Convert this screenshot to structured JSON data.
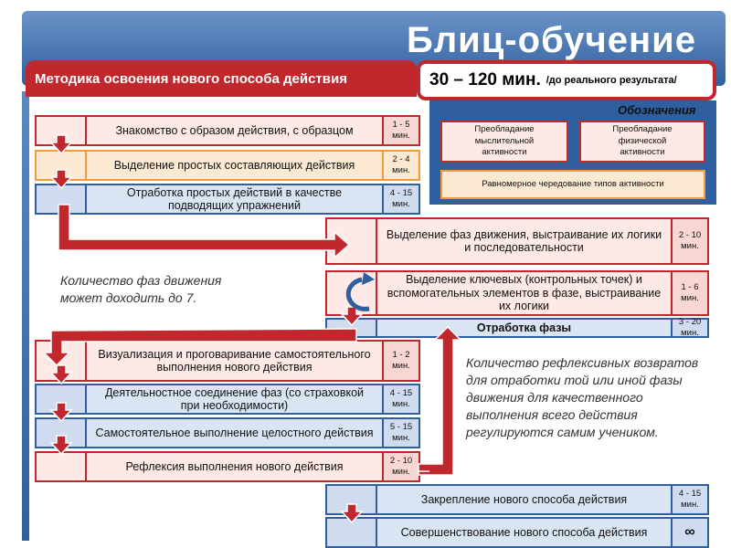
{
  "header": {
    "title": "Блиц-обучение",
    "method_label": "Методика освоения нового способа действия",
    "time_main": "30 – 120 мин.",
    "time_note": "/до реального результата/"
  },
  "legend": {
    "title": "Обозначения",
    "thinking": "Преобладание мыслительной активности",
    "physical": "Преобладание физической активности",
    "alternating": "Равномерное чередование типов активности"
  },
  "steps": [
    {
      "label": "Знакомство с образом действия, с образцом",
      "time": "1 - 5 мин."
    },
    {
      "label": "Выделение простых составляющих действия",
      "time": "2 - 4 мин."
    },
    {
      "label": "Отработка простых действий в качестве подводящих упражнений",
      "time": "4 - 15 мин."
    },
    {
      "label": "Выделение фаз движения, выстраивание их логики и последовательности",
      "time": "2 - 10 мин."
    },
    {
      "label": "Выделение ключевых (контрольных точек) и вспомогательных элементов в фазе, выстраивание их логики",
      "time": "1 - 6 мин."
    },
    {
      "label": "Отработка фазы",
      "time": "3 - 20 мин."
    },
    {
      "label": "Визуализация и проговаривание самостоятельного выполнения нового действия",
      "time": "1 - 2 мин."
    },
    {
      "label": "Деятельностное соединение фаз (со страховкой при необходимости)",
      "time": "4 - 15 мин."
    },
    {
      "label": "Самостоятельное выполнение целостного действия",
      "time": "5 - 15 мин."
    },
    {
      "label": "Рефлексия выполнения нового действия",
      "time": "2 - 10 мин."
    },
    {
      "label": "Закрепление нового способа действия",
      "time": "4 - 15 мин."
    },
    {
      "label": "Совершенствование нового способа действия",
      "time": "∞"
    }
  ],
  "notes": {
    "phases": "Количество фаз движения может доходить до 7.",
    "reflexive": "Количество рефлексивных возвратов для отработки той или иной фазы движения для качественного выполнения всего действия регулируются самим учеником."
  },
  "colors": {
    "thinking": "#c0282d",
    "physical": "#2f5f9e",
    "alternating": "#f29b3b",
    "header": "#4f7db8"
  }
}
